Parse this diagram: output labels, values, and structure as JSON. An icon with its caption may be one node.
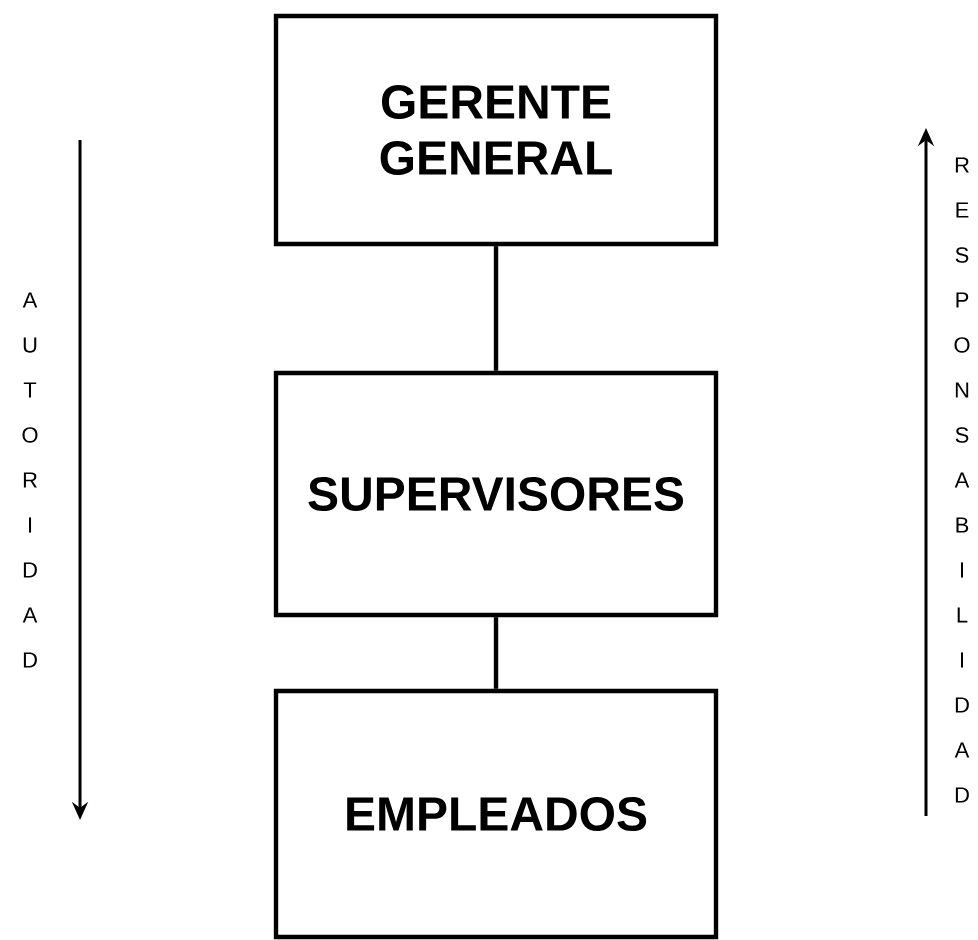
{
  "diagram": {
    "nodes": [
      {
        "text": [
          "GERENTE GENERAL"
        ]
      },
      {
        "text": [
          "SUPERVISORES"
        ]
      },
      {
        "text": [
          "EMPLEADOS"
        ]
      }
    ],
    "edges": [
      {
        "from": 0,
        "to": 1,
        "arrow": "none"
      },
      {
        "from": 1,
        "to": 2,
        "arrow": "none"
      }
    ],
    "labels": [
      "AUTORIDAD",
      "RESPONSABILIDAD"
    ]
  }
}
